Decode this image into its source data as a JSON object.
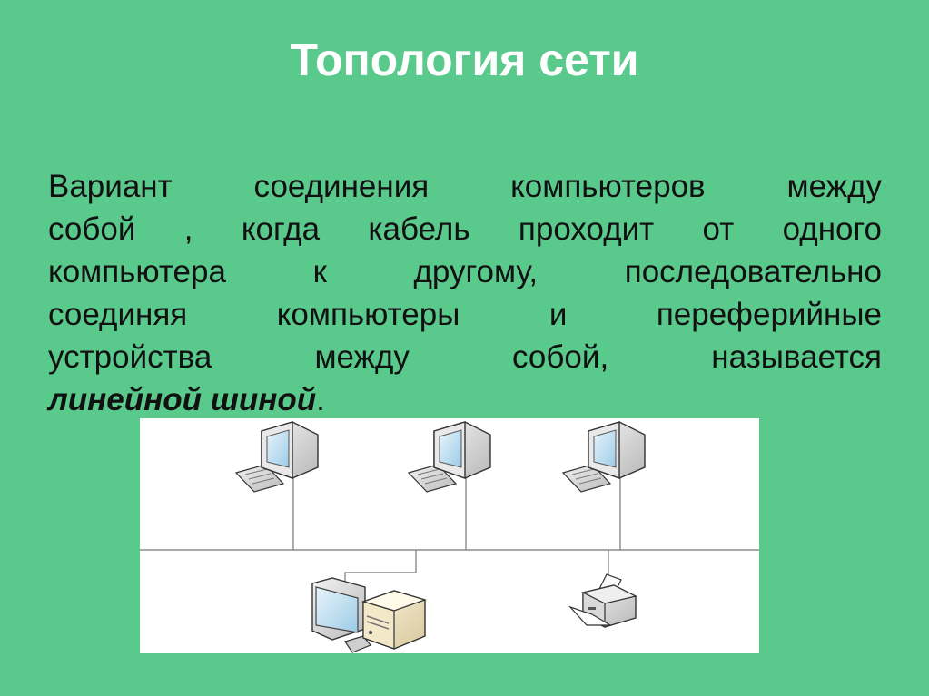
{
  "slide": {
    "title": "Топология сети",
    "body_lines": [
      [
        "Вариант",
        "соединения",
        "компьютеров",
        "между"
      ],
      [
        "собой",
        ",",
        "когда",
        "кабель",
        "проходит",
        "от",
        "одного"
      ],
      [
        "компьютера",
        "к",
        "другому,",
        "последовательно"
      ],
      [
        "соединяя",
        "компьютеры",
        "и",
        "переферийные"
      ],
      [
        "устройства",
        "между",
        "собой,",
        "называется"
      ]
    ],
    "emphasis": "линейной шиной",
    "final_punct": "."
  },
  "diagram": {
    "nodes": [
      "workstation-icon",
      "workstation-icon",
      "workstation-icon",
      "desktop-computer-icon",
      "printer-icon"
    ]
  }
}
